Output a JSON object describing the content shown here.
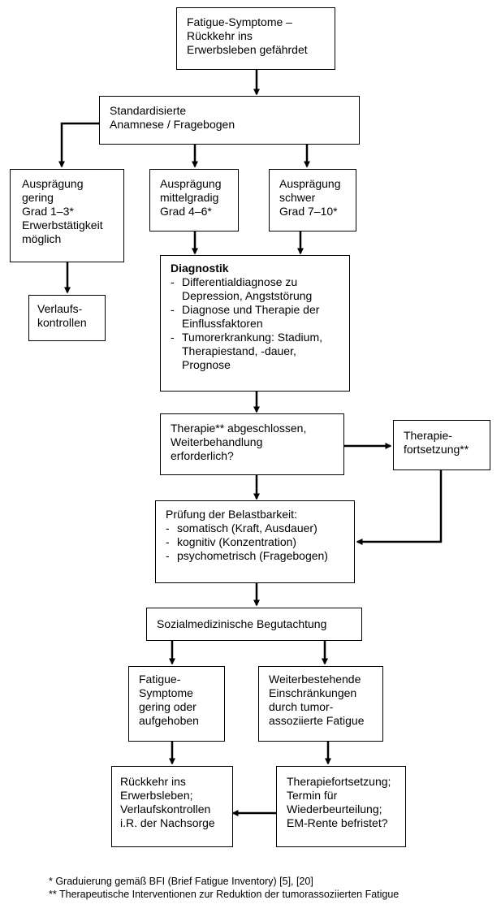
{
  "flowchart": {
    "start": "Fatigue-Symptome –\nRückkehr ins\nErwerbsleben gefährdet",
    "anamnesis": "Standardisierte\nAnamnese / Fragebogen",
    "severity_low": "Ausprägung\ngering\nGrad 1–3*\nErwerbstätigkeit\nmöglich",
    "severity_mid": "Ausprägung\nmittelgradig\nGrad 4–6*",
    "severity_high": "Ausprägung\nschwer\nGrad 7–10*",
    "follow_up": "Verlaufs-\nkontrollen",
    "diagnostics": {
      "title": "Diagnostik",
      "items": [
        "Differentialdiagnose zu Depression, Angststörung",
        "Diagnose und Therapie der Einflussfaktoren",
        "Tumorerkrankung: Stadium, Therapiestand, -dauer, Prognose"
      ]
    },
    "therapy_question": "Therapie** abgeschlossen,\nWeiterbehandlung\nerforderlich?",
    "therapy_continuation": "Therapie-\nfortsetzung**",
    "capacity": {
      "title": "Prüfung der Belastbarkeit:",
      "items": [
        "somatisch (Kraft, Ausdauer)",
        "kognitiv (Konzentration)",
        "psychometrisch (Fragebogen)"
      ]
    },
    "assessment": "Sozialmedizinische Begutachtung",
    "outcome_resolved": "Fatigue-\nSymptome\ngering oder\naufgehoben",
    "outcome_persisting": "Weiterbestehende\nEinschränkungen\ndurch tumor-\nassoziierte Fatigue",
    "return_to_work": "Rückkehr ins\nErwerbsleben;\nVerlaufskontrollen\ni.R. der Nachsorge",
    "continued_therapy": "Therapiefortsetzung;\nTermin für\nWiederbeurteilung;\nEM-Rente befristet?"
  },
  "footnotes": {
    "note1": "*  Graduierung gemäß BFI (Brief Fatigue Inventory) [5], [20]",
    "note2": "** Therapeutische Interventionen zur Reduktion der tumorassoziierten Fatigue"
  }
}
